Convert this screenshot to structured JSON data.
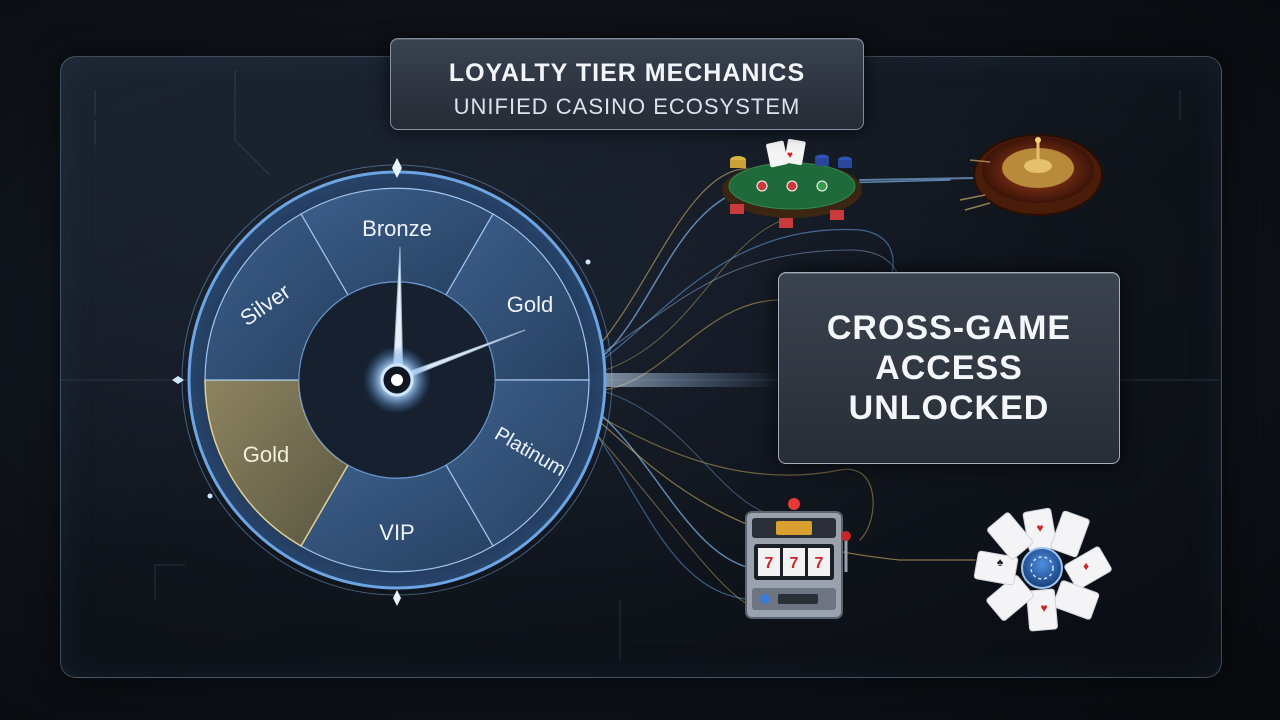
{
  "header": {
    "title": "LOYALTY TIER MECHANICS",
    "subtitle": "UNIFIED CASINO ECOSYSTEM"
  },
  "dial": {
    "segments": [
      {
        "label": "Bronze"
      },
      {
        "label": "Gold"
      },
      {
        "label": "Platinum"
      },
      {
        "label": "VIP"
      },
      {
        "label": "Gold"
      },
      {
        "label": "Silver"
      }
    ],
    "highlighted_segment": "Gold",
    "accent_gold": "#c9b57a",
    "accent_blue": "#6fa8e8"
  },
  "callout": {
    "text": "CROSS-GAME ACCESS UNLOCKED"
  },
  "games": [
    {
      "name": "poker-table-icon"
    },
    {
      "name": "roulette-wheel-icon"
    },
    {
      "name": "slot-machine-icon"
    },
    {
      "name": "playing-cards-icon"
    }
  ]
}
